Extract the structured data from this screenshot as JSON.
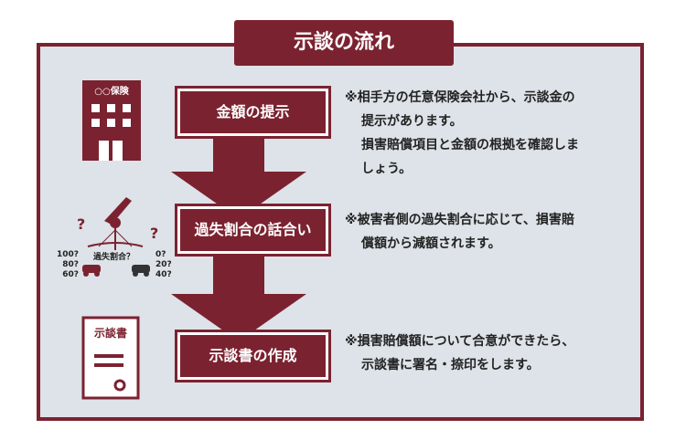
{
  "title": "示談の流れ",
  "steps": [
    {
      "label": "金額の提示"
    },
    {
      "label": "過失割合の話合い"
    },
    {
      "label": "示談書の作成"
    }
  ],
  "notes": [
    {
      "lines": [
        "※相手方の任意保険会社から、示談金の",
        "提示があります。",
        "損害賠償項目と金額の根拠を確認しま",
        "しょう。"
      ]
    },
    {
      "lines": [
        "※被害者側の過失割合に応じて、損害賠",
        "償額から減額されます。"
      ]
    },
    {
      "lines": [
        "※損害賠償額について合意ができたら、",
        "示談書に署名・捺印をします。"
      ]
    }
  ],
  "icons": {
    "building": {
      "name": "insurance-building-icon",
      "sign": "○○保険"
    },
    "scale": {
      "name": "fault-ratio-scale-icon",
      "center_label": "過失割合？",
      "left_numbers": [
        "100?",
        "80?",
        "60?"
      ],
      "right_numbers": [
        "0?",
        "20?",
        "40?"
      ],
      "question": "?"
    },
    "document": {
      "name": "settlement-document-icon",
      "label": "示談書"
    }
  },
  "colors": {
    "accent": "#7b2230",
    "panel": "#dde3e8"
  }
}
